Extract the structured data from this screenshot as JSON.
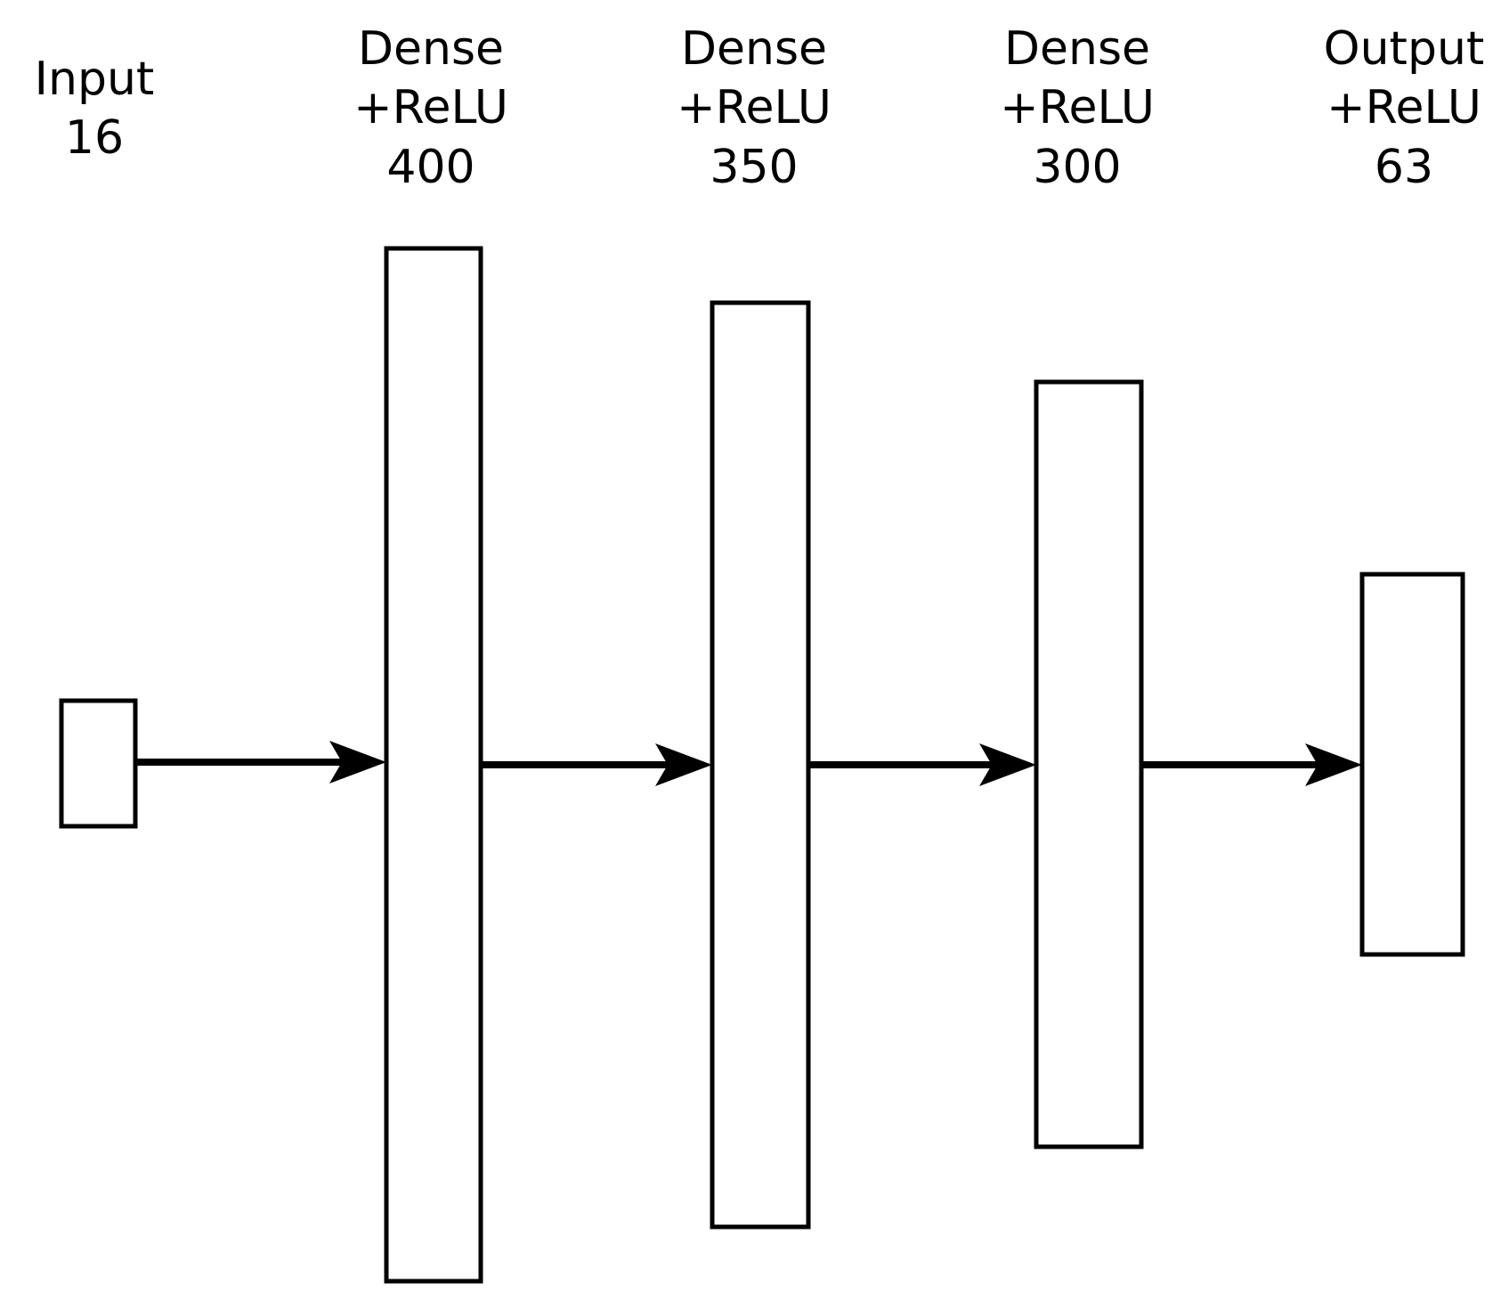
{
  "diagram": {
    "layers": [
      {
        "name": "Input",
        "activation": "",
        "units": "16"
      },
      {
        "name": "Dense",
        "activation": "+ReLU",
        "units": "400"
      },
      {
        "name": "Dense",
        "activation": "+ReLU",
        "units": "350"
      },
      {
        "name": "Dense",
        "activation": "+ReLU",
        "units": "300"
      },
      {
        "name": "Output",
        "activation": "+ReLU",
        "units": "63"
      }
    ],
    "colors": {
      "stroke": "#000000",
      "fill": "#ffffff"
    }
  }
}
